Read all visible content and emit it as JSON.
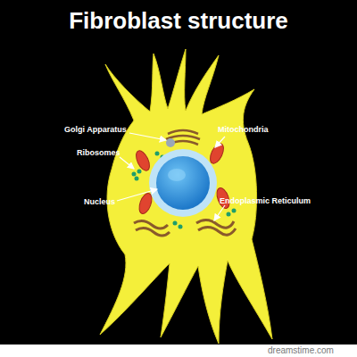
{
  "diagram": {
    "title": "Fibroblast structure",
    "labels": [
      "Golgi Apparatus",
      "Mitochondria",
      "Ribosomes",
      "Nucleus",
      "Endoplasmic Reticulum",
      "dreamstime.com"
    ]
  }
}
